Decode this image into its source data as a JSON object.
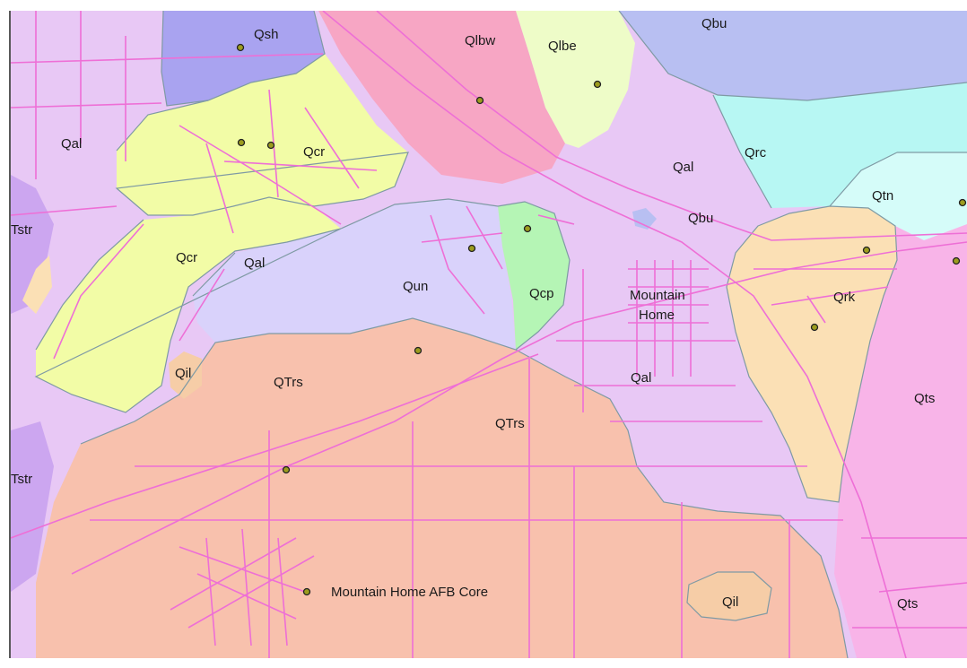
{
  "colors": {
    "Qal": "#e8c8f5",
    "Qsh": "#a9a3f0",
    "Qbu": "#b8bff2",
    "Qlbw": "#f7a6c4",
    "Qlbe": "#eefcc8",
    "Qcr": "#f2fca6",
    "Qrc": "#b7f7f3",
    "Qtn": "#d5fcf9",
    "Qun": "#d9d2fb",
    "Qcp": "#b5f5b5",
    "Qrk": "#fbe0b5",
    "Qts": "#f8b4e8",
    "QTrs": "#f8c1ad",
    "Qil": "#f6cda7",
    "Tstr": "#cca6f0",
    "road": "#ee6fd6",
    "unit_border": "#7f9aa4",
    "marker": "#9c9c1e"
  },
  "labels": {
    "qsh": "Qsh",
    "qlbw": "Qlbw",
    "qlbe": "Qlbe",
    "qbu_top": "Qbu",
    "qal_west": "Qal",
    "qcr_north": "Qcr",
    "qal_central": "Qal",
    "qrc": "Qrc",
    "qtn": "Qtn",
    "qbu_mid": "Qbu",
    "tstr_upper": "Tstr",
    "qcr_south": "Qcr",
    "qal_ridge": "Qal",
    "qun": "Qun",
    "qcp": "Qcp",
    "town_line1": "Mountain",
    "town_line2": "Home",
    "qrk": "Qrk",
    "qil_west": "Qil",
    "qtrs_west": "QTrs",
    "qal_town": "Qal",
    "qts_east": "Qts",
    "qtrs_central": "QTrs",
    "tstr_lower": "Tstr",
    "afb": "Mountain Home AFB Core",
    "qil_south": "Qil",
    "qts_south": "Qts"
  },
  "markers": [
    {
      "id": "qsh"
    },
    {
      "id": "qlbw"
    },
    {
      "id": "qlbe"
    },
    {
      "id": "qcr-a"
    },
    {
      "id": "qcr-b"
    },
    {
      "id": "qcp"
    },
    {
      "id": "qun"
    },
    {
      "id": "qrk-a"
    },
    {
      "id": "qrk-b"
    },
    {
      "id": "qtn-edge"
    },
    {
      "id": "qts-edge"
    },
    {
      "id": "qtrs-a"
    },
    {
      "id": "qtrs-b"
    },
    {
      "id": "afb"
    }
  ]
}
